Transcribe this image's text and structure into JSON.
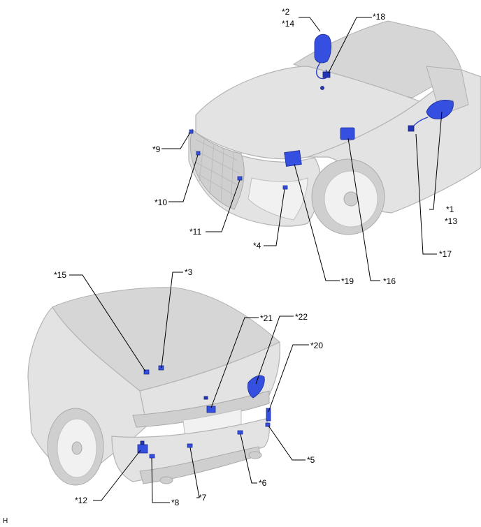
{
  "diagram_letter": "H",
  "labels": {
    "l1": "*1",
    "l2": "*2",
    "l3": "*3",
    "l4": "*4",
    "l5": "*5",
    "l6": "*6",
    "l7": "*7",
    "l8": "*8",
    "l9": "*9",
    "l10": "*10",
    "l11": "*11",
    "l12": "*12",
    "l13": "*13",
    "l14": "*14",
    "l15": "*15",
    "l16": "*16",
    "l17": "*17",
    "l18": "*18",
    "l19": "*19",
    "l20": "*20",
    "l21": "*21",
    "l22": "*22"
  },
  "colors": {
    "component": "#3550e0",
    "vehicle_body": "#e3e3e3",
    "leader": "#000000"
  }
}
